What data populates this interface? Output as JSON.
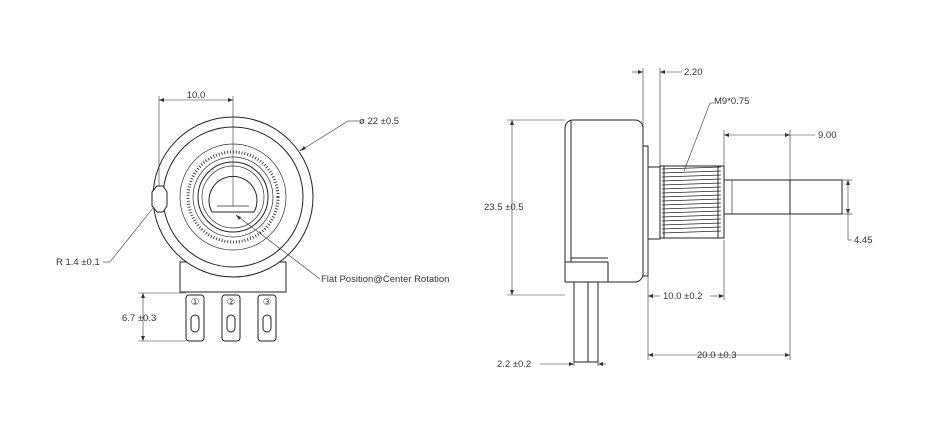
{
  "front_view": {
    "dim_flat_offset": "10.0",
    "dim_body_diameter": "ø 22 ±0.5",
    "dim_locating_radius": "R 1.4 ±0.1",
    "dim_terminal_length": "6.7 ±0.3",
    "note_flat": "Flat Position@Center Rotation",
    "terminal_numbers": [
      "①",
      "②",
      "③"
    ]
  },
  "side_view": {
    "dim_nut_thickness": "2.20",
    "dim_thread": "M9*0.75",
    "dim_shaft_length": "9.00",
    "dim_body_height": "23.5 ±0.5",
    "dim_shaft_diameter": "4.45",
    "dim_bushing_length": "10.0 ±0.2",
    "dim_total_length": "20.0 ±0.3",
    "dim_terminal_thickness": "2.2 ±0.2"
  }
}
